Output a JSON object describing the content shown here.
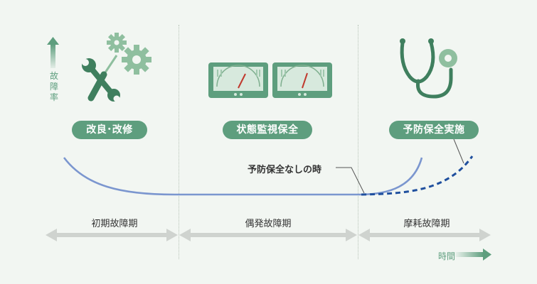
{
  "axis": {
    "y_label": "故障率",
    "x_label": "時間"
  },
  "interventions": [
    {
      "label": "改良･改修",
      "icon": "tools-gears-icon"
    },
    {
      "label": "状態監視保全",
      "icon": "monitor-gauges-icon"
    },
    {
      "label": "予防保全実施",
      "icon": "stethoscope-icon"
    }
  ],
  "phases": [
    {
      "label": "初期故障期"
    },
    {
      "label": "偶発故障期"
    },
    {
      "label": "摩耗故障期"
    }
  ],
  "annotation": {
    "label": "予防保全なしの時"
  },
  "colors": {
    "accent": "#5e9e7e",
    "curve": "#7b96cf",
    "dashed": "#1f4f9e",
    "arrow": "#cfd3cf"
  }
}
